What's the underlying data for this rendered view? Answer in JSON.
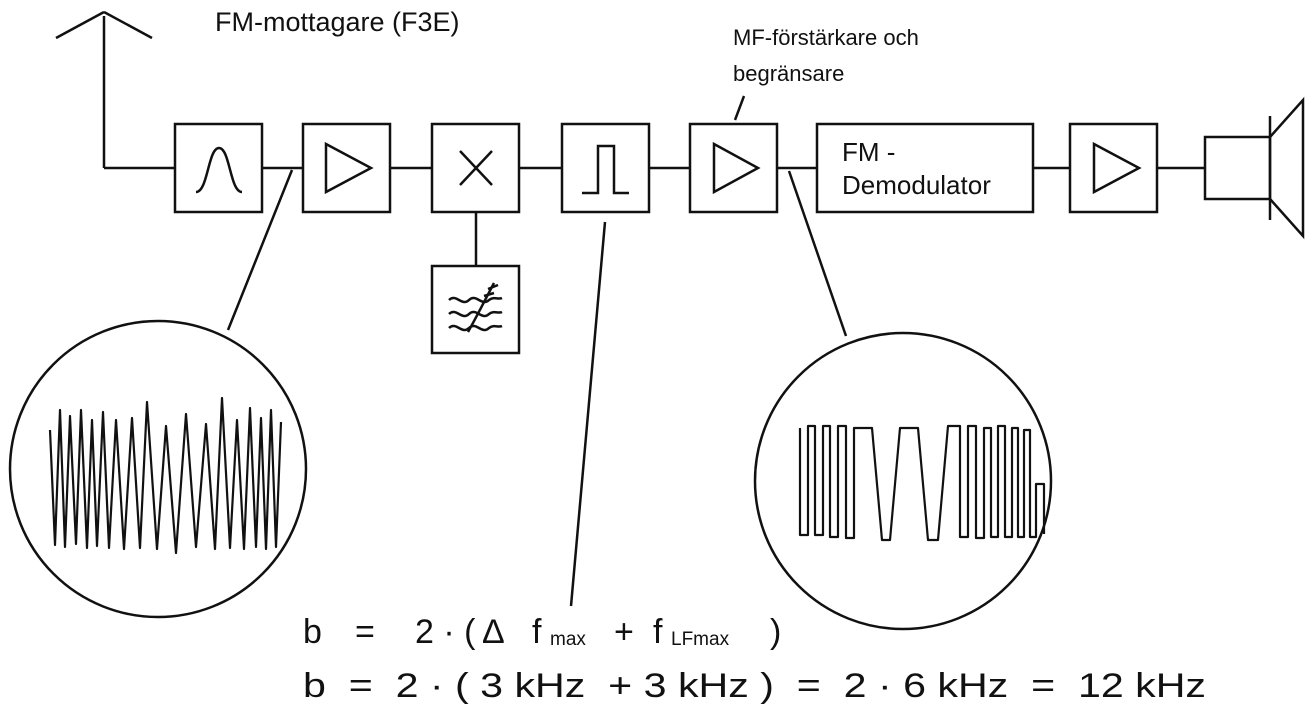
{
  "title": "FM-mottagare (F3E)",
  "callout_if": {
    "line1": "MF-förstärkare och",
    "line2": "begränsare"
  },
  "demodulator": {
    "line1": "FM -",
    "line2": "Demodulator"
  },
  "formula1": {
    "lhs": "b",
    "eq": "=",
    "expr_pre": "2 · (",
    "delta": "Δ",
    "f1": "f",
    "sub1": "max",
    "plus": "+",
    "f2": "f",
    "sub2": "LFmax",
    "close": ")"
  },
  "formula2": {
    "text": "b  =  2 · ( 3 kHz  + 3 kHz )  =  2 · 6 kHz  =  12 kHz"
  },
  "icons": [
    "antenna-icon",
    "bandpass-filter-icon",
    "amplifier-icon",
    "mixer-icon",
    "oscillator-icon",
    "pulse-filter-icon",
    "if-amplifier-limiter-icon",
    "af-amplifier-icon",
    "loudspeaker-icon",
    "noisy-fm-signal-icon",
    "limited-fm-signal-icon"
  ],
  "colors": {
    "ink": "#111111",
    "background": "#ffffff"
  }
}
